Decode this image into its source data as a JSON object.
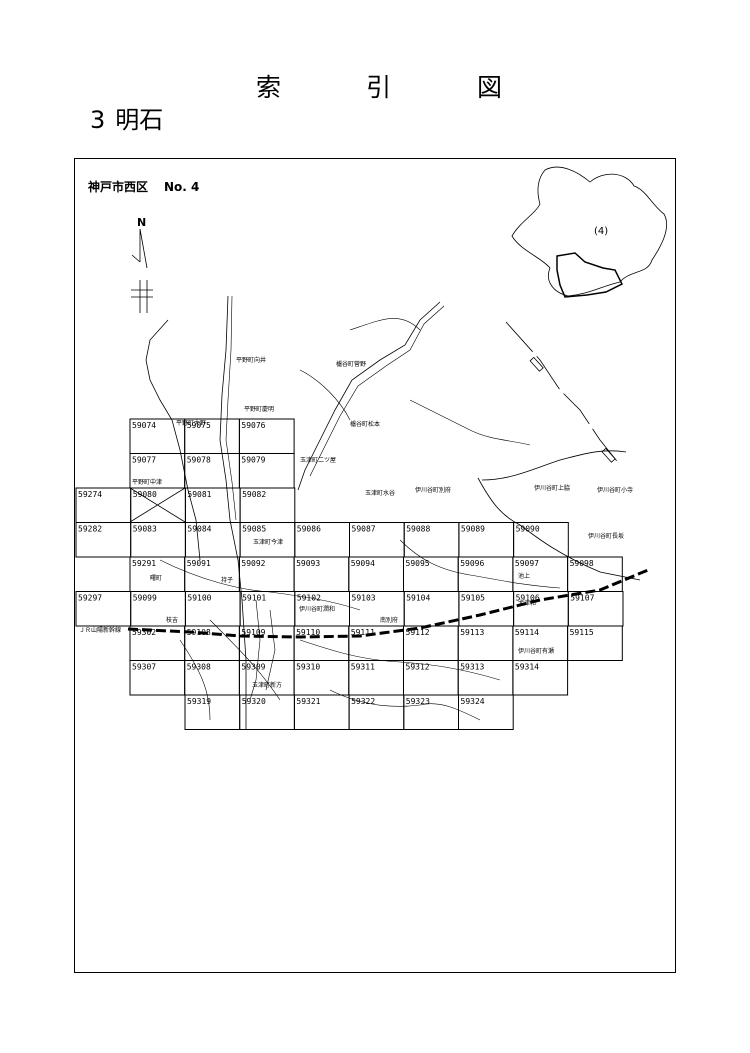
{
  "heading": {
    "chars": [
      "索",
      "引",
      "図"
    ]
  },
  "section": {
    "number": "3",
    "name": "明石"
  },
  "map": {
    "area_title": "神戸市西区",
    "sheet_no": "No. 4",
    "north_label": "N",
    "inset_label": "(4)",
    "rail_label": "ＪＲ山陽新幹線",
    "grid_codes": [
      "59074",
      "59075",
      "59076",
      "59077",
      "59078",
      "59079",
      "59274",
      "59080",
      "59081",
      "59082",
      "59282",
      "59083",
      "59084",
      "59085",
      "59086",
      "59087",
      "59088",
      "59089",
      "59090",
      "59291",
      "59091",
      "59092",
      "59093",
      "59094",
      "59095",
      "59096",
      "59097",
      "59098",
      "59297",
      "59099",
      "59100",
      "59101",
      "59102",
      "59103",
      "59104",
      "59105",
      "59106",
      "59107",
      "59302",
      "59108",
      "59109",
      "59110",
      "59111",
      "59112",
      "59113",
      "59114",
      "59115",
      "59307",
      "59308",
      "59309",
      "59310",
      "59311",
      "59312",
      "59313",
      "59314",
      "59319",
      "59320",
      "59321",
      "59322",
      "59323",
      "59324"
    ],
    "place_names": [
      "平野町向井",
      "櫨谷町菅野",
      "平野町慶明",
      "櫨谷町松本",
      "平野町大野",
      "玉津町二ツ屋",
      "平野町中津",
      "玉津町水谷",
      "伊川谷町別府",
      "伊川谷町上脇",
      "伊川谷町小寺",
      "玉津町今津",
      "伊川谷町長坂",
      "曙町",
      "持子",
      "池上",
      "伊川谷町潤和",
      "南別府",
      "大津和",
      "枝吉",
      "伊川谷町有瀬",
      "玉津町新方"
    ]
  }
}
